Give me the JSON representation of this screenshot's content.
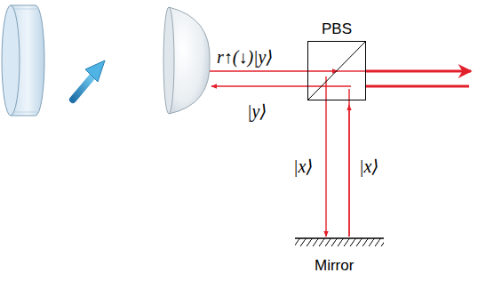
{
  "diagram": {
    "nodes": [
      {
        "text": [
          "PBS"
        ]
      }
    ],
    "labels": [
      "r↑(↓)|y⟩",
      "|y⟩",
      "|x⟩",
      "|x⟩",
      "Mirror"
    ]
  }
}
